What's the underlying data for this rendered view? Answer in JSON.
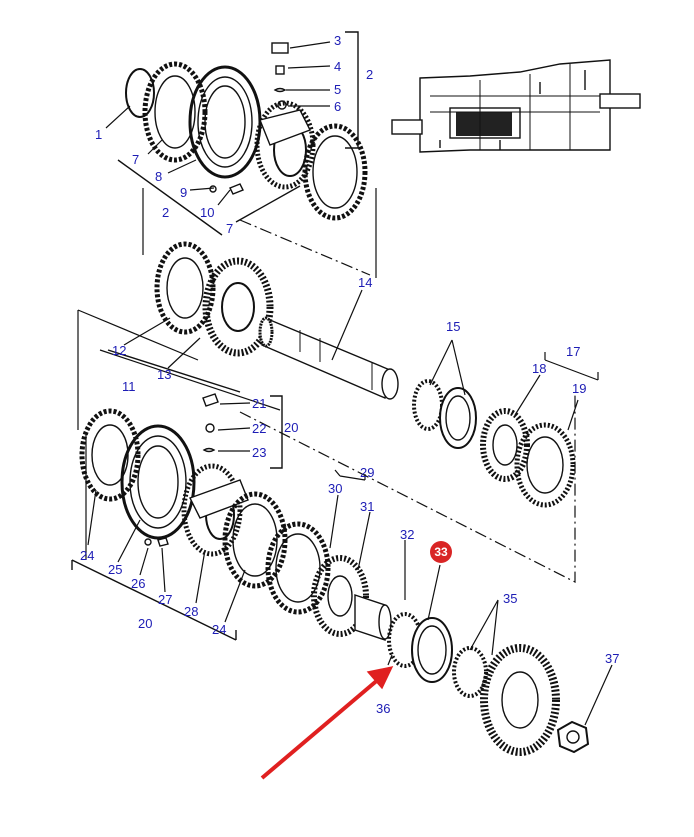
{
  "diagram": {
    "accent_color": "#1d1db5",
    "highlight_color": "#d92525",
    "arrow_color": "#e02020",
    "labels": {
      "p1": "1",
      "p2": "2",
      "p2b": "2",
      "p3": "3",
      "p4": "4",
      "p5": "5",
      "p6": "6",
      "p7a": "7",
      "p7b": "7",
      "p8": "8",
      "p9": "9",
      "p10": "10",
      "p11": "11",
      "p12": "12",
      "p13": "13",
      "p14": "14",
      "p15": "15",
      "p17": "17",
      "p18": "18",
      "p19": "19",
      "p20a": "20",
      "p20b": "20",
      "p21": "21",
      "p22": "22",
      "p23": "23",
      "p24a": "24",
      "p24b": "24",
      "p25": "25",
      "p26": "26",
      "p27": "27",
      "p28": "28",
      "p29": "29",
      "p30": "30",
      "p31": "31",
      "p32": "32",
      "p33": "33",
      "p35": "35",
      "p36": "36",
      "p37": "37"
    },
    "highlighted_part": "33",
    "inset": "transmission-section-inset",
    "pointer": "red-arrow-to-part-36"
  }
}
